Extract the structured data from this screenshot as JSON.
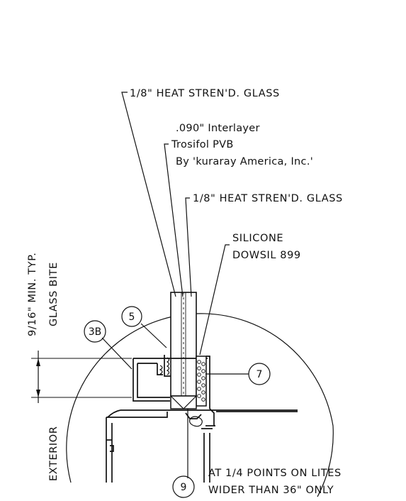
{
  "labels": {
    "outer_glass": "1/8\" HEAT STREN'D. GLASS",
    "interlayer_1": ".090\" Interlayer",
    "interlayer_2": "Trosifol PVB",
    "interlayer_3": "By 'kuraray America, Inc.'",
    "inner_glass": "1/8\" HEAT STREN'D. GLASS",
    "silicone_1": "SILICONE",
    "silicone_2": "DOWSIL 899",
    "bite_1": "9/16\" MIN. TYP.",
    "bite_2": "GLASS BITE",
    "exterior": "EXTERIOR",
    "setting_block_1": "AT 1/4 POINTS ON LITES",
    "setting_block_2": "WIDER THAN 36\" ONLY"
  },
  "callouts": {
    "c5": "5",
    "c3b": "3B",
    "c7": "7",
    "c9": "9"
  },
  "colors": {
    "line": "#111111",
    "background": "#ffffff"
  }
}
